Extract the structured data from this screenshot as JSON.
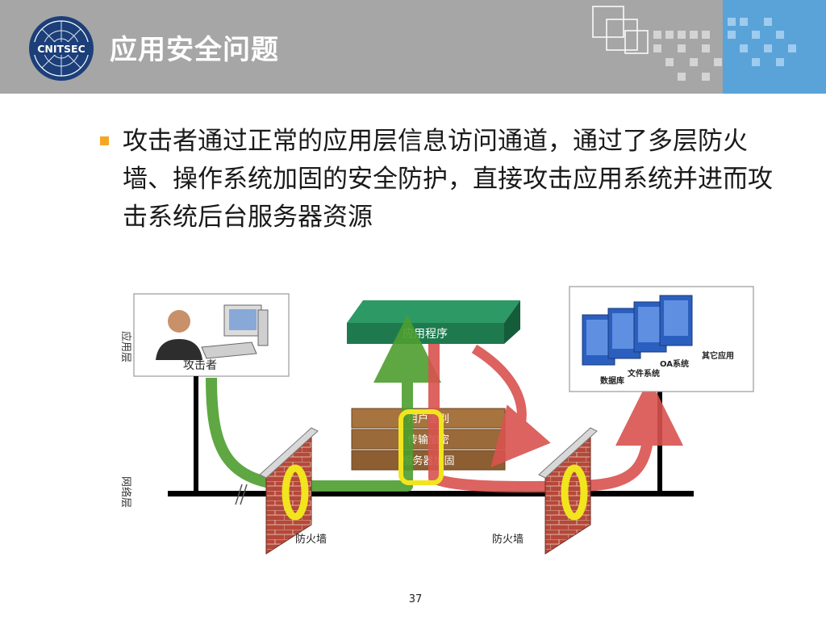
{
  "slide": {
    "title": "应用安全问题",
    "bullet": "攻击者通过正常的应用层信息访问通道，通过了多层防火墙、操作系统加固的安全防护，直接攻击应用系统并进而攻击系统后台服务器资源",
    "page_number": "37",
    "logo_text": "CNITSEC"
  },
  "diagram": {
    "layer_app": "应用层",
    "layer_net": "网络层",
    "attacker": "攻击者",
    "app_program": "应用程序",
    "stack": [
      "用户鉴别",
      "传输加密",
      "服务器加固"
    ],
    "firewall_left": "防火墙",
    "firewall_right": "防火墙",
    "servers": [
      "数据库",
      "文件系统",
      "OA系统",
      "其它应用"
    ]
  },
  "colors": {
    "header_gray": "#a6a6a6",
    "header_blue": "#5aa3d9",
    "bullet": "#f5a623",
    "app_green": "#1e7a4e",
    "arrow_green": "#4d9e2f",
    "arrow_red": "#d9534f",
    "brick": "#b5483a",
    "stack_brown": "#9a6a3a"
  }
}
